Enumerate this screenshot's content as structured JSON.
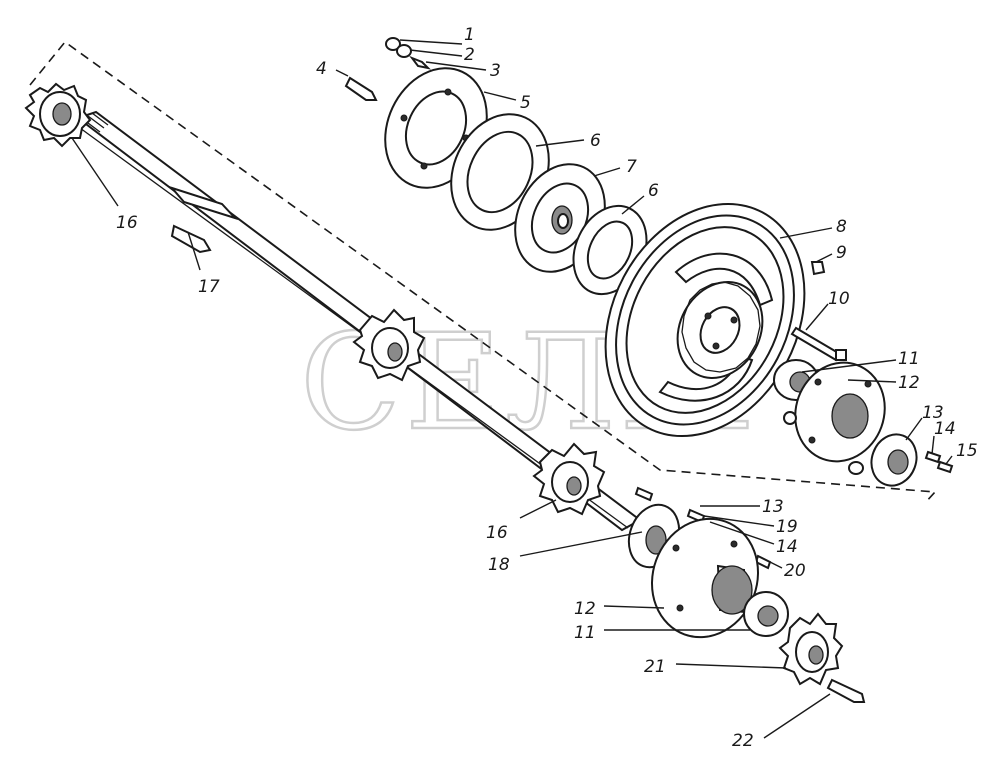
{
  "watermark": "СЕЛМ",
  "callouts": [
    {
      "id": "c1",
      "text": "1"
    },
    {
      "id": "c2",
      "text": "2"
    },
    {
      "id": "c3",
      "text": "3"
    },
    {
      "id": "c4",
      "text": "4"
    },
    {
      "id": "c5",
      "text": "5"
    },
    {
      "id": "c6a",
      "text": "6"
    },
    {
      "id": "c7",
      "text": "7"
    },
    {
      "id": "c6b",
      "text": "6"
    },
    {
      "id": "c8",
      "text": "8"
    },
    {
      "id": "c9",
      "text": "9"
    },
    {
      "id": "c10",
      "text": "10"
    },
    {
      "id": "c11a",
      "text": "11"
    },
    {
      "id": "c12a",
      "text": "12"
    },
    {
      "id": "c13a",
      "text": "13"
    },
    {
      "id": "c14a",
      "text": "14"
    },
    {
      "id": "c15",
      "text": "15"
    },
    {
      "id": "c16a",
      "text": "16"
    },
    {
      "id": "c17",
      "text": "17"
    },
    {
      "id": "c16b",
      "text": "16"
    },
    {
      "id": "c13b",
      "text": "13"
    },
    {
      "id": "c19",
      "text": "19"
    },
    {
      "id": "c14b",
      "text": "14"
    },
    {
      "id": "c18",
      "text": "18"
    },
    {
      "id": "c20",
      "text": "20"
    },
    {
      "id": "c12b",
      "text": "12"
    },
    {
      "id": "c11b",
      "text": "11"
    },
    {
      "id": "c21",
      "text": "21"
    },
    {
      "id": "c22",
      "text": "22"
    }
  ]
}
